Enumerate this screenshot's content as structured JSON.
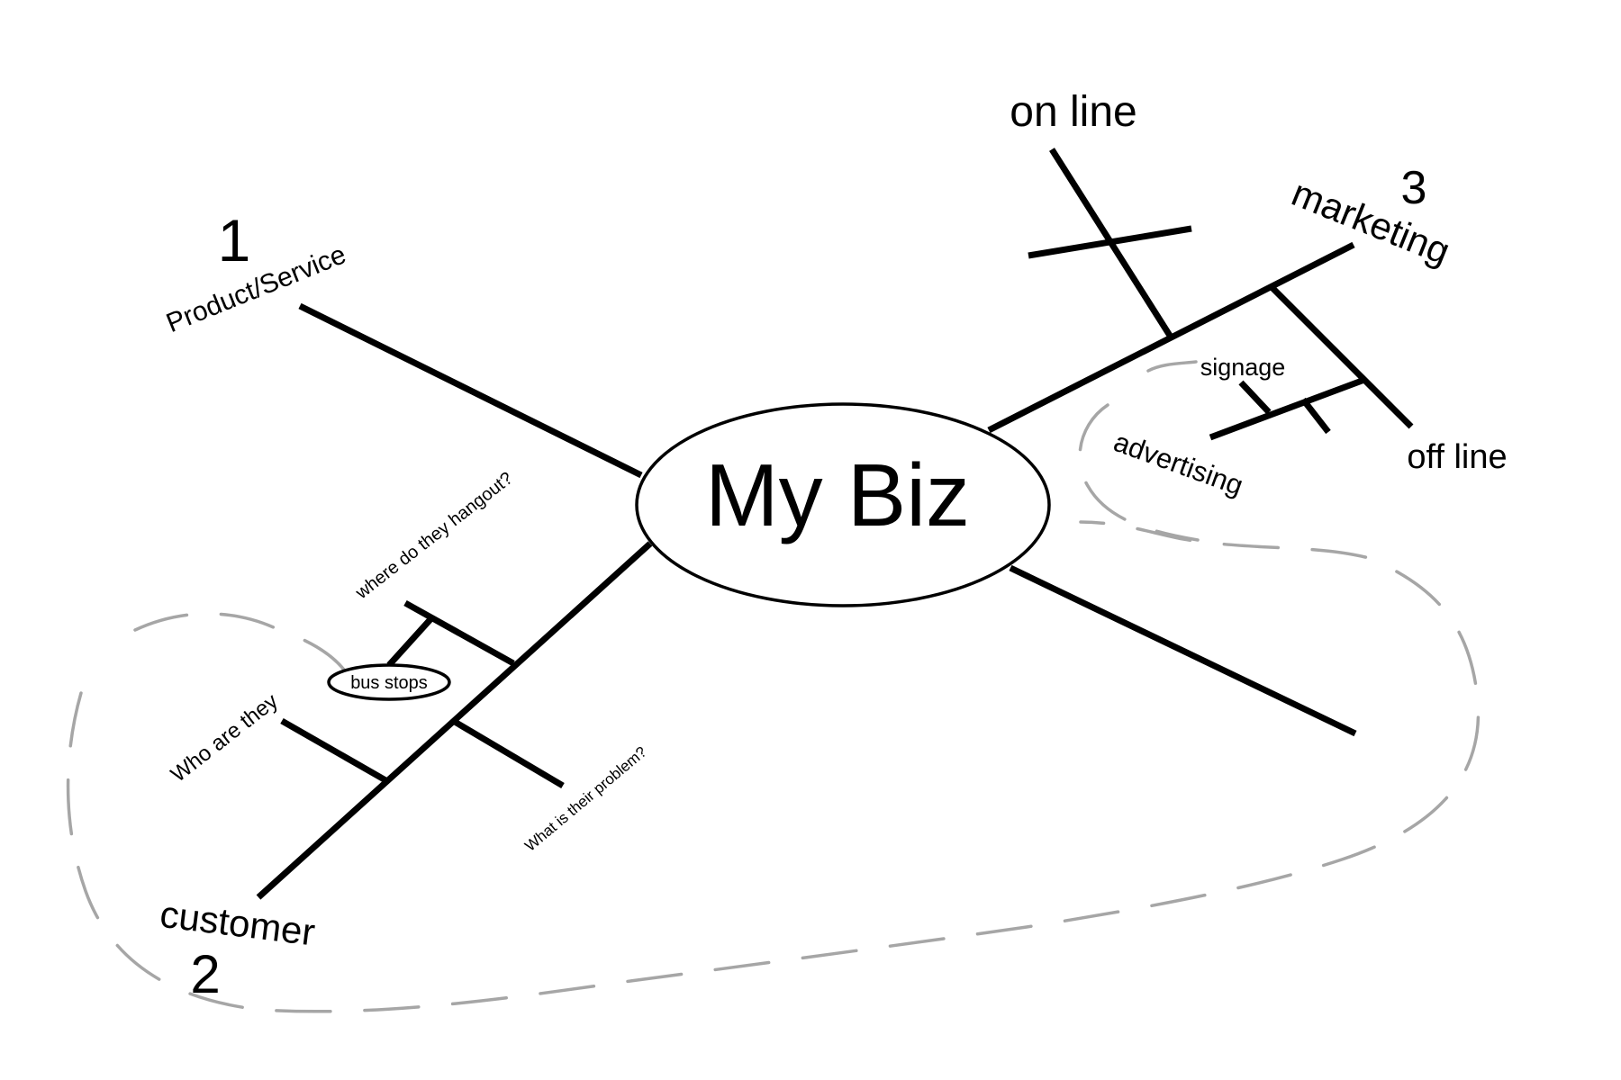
{
  "center": {
    "label": "My Biz"
  },
  "branches": [
    {
      "id": "product-service",
      "number": "1",
      "label": "Product/Service",
      "sub_branches": []
    },
    {
      "id": "customer",
      "number": "2",
      "label": "customer",
      "sub_branches": [
        {
          "label": "where do they hangout?",
          "note": "bus stops"
        },
        {
          "label": "Who are they"
        },
        {
          "label": "What is their problem?"
        }
      ]
    },
    {
      "id": "marketing",
      "number": "3",
      "label": "marketing",
      "sub_branches": [
        {
          "label": "on line"
        },
        {
          "label": "off line",
          "sub_branches": [
            {
              "label": "signage"
            },
            {
              "label": "advertising"
            }
          ]
        }
      ]
    },
    {
      "id": "unlabeled-branch",
      "label": "",
      "sub_branches": []
    }
  ],
  "colors": {
    "lines": "#000000",
    "dashed_outline": "#a6a6a6",
    "background": "#ffffff"
  }
}
